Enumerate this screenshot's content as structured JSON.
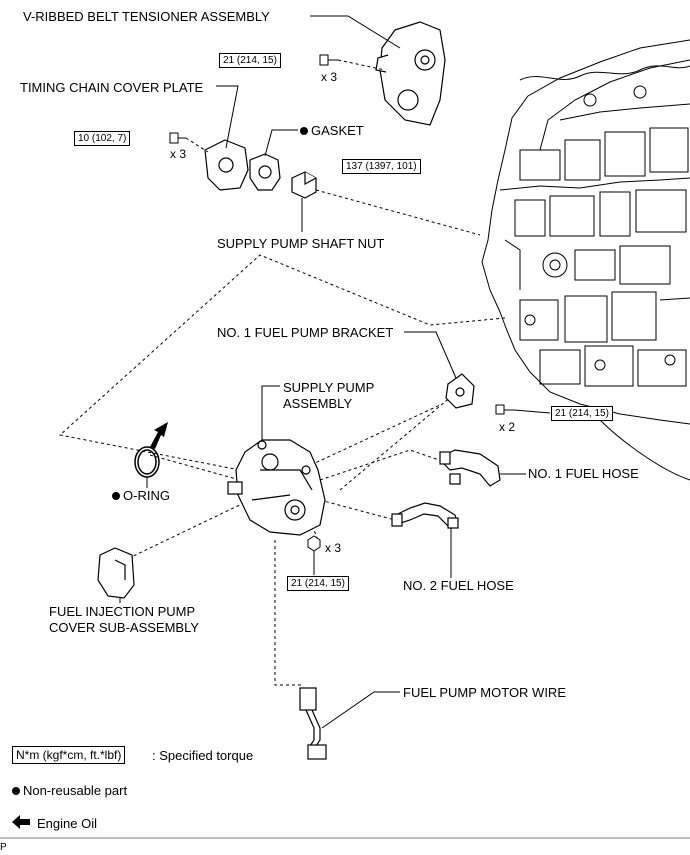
{
  "labels": {
    "belt_tensioner": "V-RIBBED BELT TENSIONER ASSEMBLY",
    "timing_chain_cover_plate": "TIMING CHAIN COVER PLATE",
    "gasket": "GASKET",
    "supply_pump_shaft_nut": "SUPPLY PUMP SHAFT NUT",
    "no1_fuel_pump_bracket": "NO. 1 FUEL PUMP BRACKET",
    "supply_pump_assembly_line1": "SUPPLY PUMP",
    "supply_pump_assembly_line2": "ASSEMBLY",
    "o_ring": "O-RING",
    "no1_fuel_hose": "NO. 1 FUEL HOSE",
    "no2_fuel_hose": "NO. 2 FUEL HOSE",
    "injection_pump_cover_line1": "FUEL INJECTION PUMP",
    "injection_pump_cover_line2": "COVER SUB-ASSEMBLY",
    "fuel_pump_motor_wire": "FUEL PUMP MOTOR WIRE"
  },
  "torques": {
    "tensioner_bolts": "21 (214, 15)",
    "cover_plate_bolts": "10 (102, 7)",
    "shaft_nut": "137 (1397, 101)",
    "bracket_bolts": "21 (214, 15)",
    "pump_nuts": "21 (214, 15)"
  },
  "quantities": {
    "tensioner_bolts": "x 3",
    "cover_plate_bolts": "x 3",
    "bracket_bolts": "x 2",
    "pump_nuts": "x 3"
  },
  "legend": {
    "torque_unit": "N*m (kgf*cm, ft.*lbf)",
    "torque_desc": ": Specified torque",
    "non_reusable": "Non-reusable part",
    "engine_oil": "Engine Oil"
  },
  "footer_code": "P"
}
